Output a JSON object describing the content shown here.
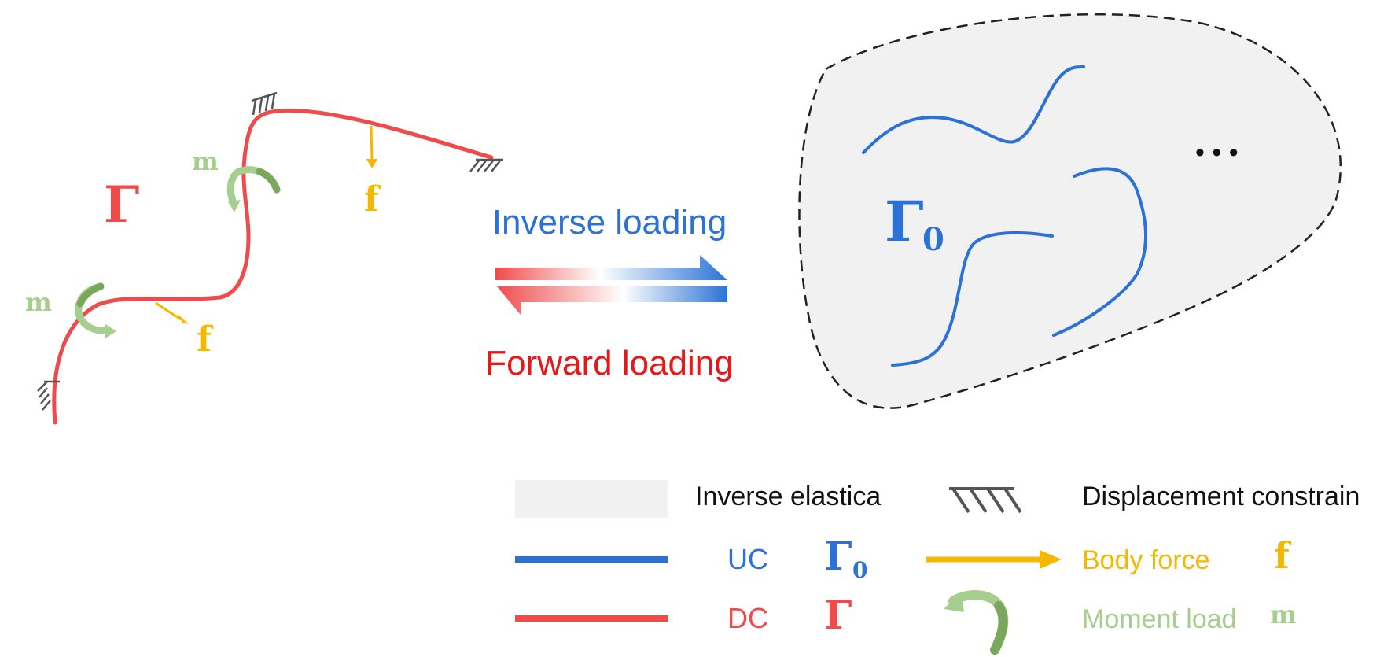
{
  "colors": {
    "dc_red": "#EF4B4B",
    "uc_blue": "#2C72D6",
    "force_yellow": "#F5B800",
    "moment_light_green": "#A6CE8E",
    "moment_dark_green": "#79A85C",
    "constraint_gray": "#555555",
    "region_fill": "#F1F1F1",
    "forward_text": "#E41A1A",
    "inverse_text": "#2C72D6"
  },
  "left_figure": {
    "gamma_label": "Γ",
    "moment_label_top": "m",
    "moment_label_left": "m",
    "force_label_top": "f",
    "force_label_left": "f"
  },
  "center": {
    "inverse_label": "Inverse loading",
    "forward_label": "Forward loading"
  },
  "right_figure": {
    "gamma_symbol": "Γ",
    "gamma_subscript": "0",
    "ellipsis": "• • •"
  },
  "legend": {
    "inverse_elastica": "Inverse elastica",
    "displacement_constrain": "Displacement constrain",
    "uc_label": "UC",
    "uc_symbol": "Γ",
    "uc_subscript": "0",
    "body_force_label": "Body force",
    "body_force_symbol": "f",
    "dc_label": "DC",
    "dc_symbol": "Γ",
    "moment_load_label": "Moment load",
    "moment_load_symbol": "m"
  }
}
